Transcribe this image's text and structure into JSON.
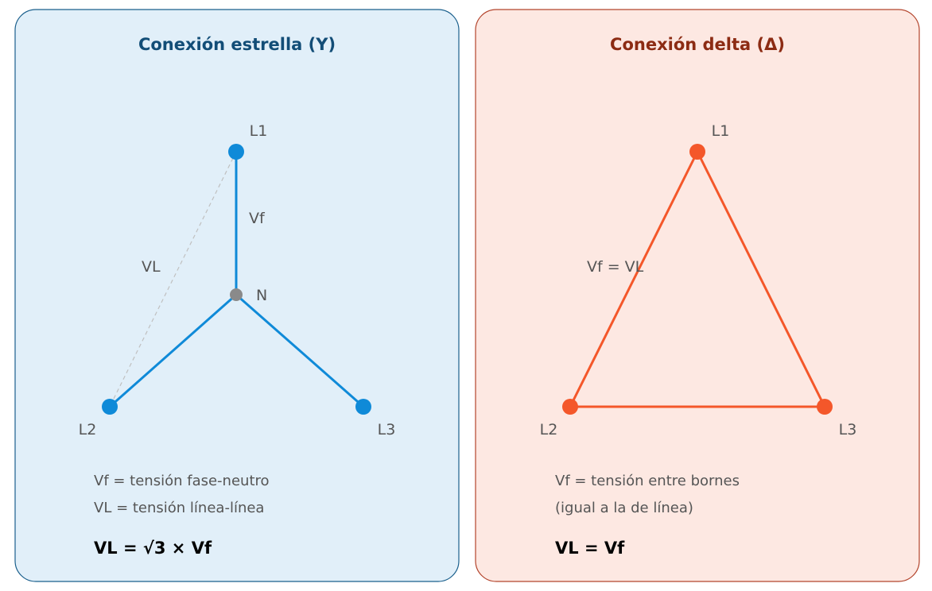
{
  "colors": {
    "star_bg": "#e1eff9",
    "star_border": "#1a5f8c",
    "star_title": "#124d77",
    "star_line": "#0f8ad8",
    "neutral": "#8a8a8a",
    "helper_line": "#c0c0c0",
    "delta_bg": "#fde8e2",
    "delta_border": "#b3442c",
    "delta_title": "#8c2b13",
    "delta_line": "#f4572a"
  },
  "star": {
    "title": "Conexión estrella (Y)",
    "labels": {
      "l1": "L1",
      "l2": "L2",
      "l3": "L3",
      "n": "N",
      "vf": "Vf",
      "vl": "VL"
    },
    "notes": [
      "Vf = tensión fase-neutro",
      "VL = tensión línea-línea"
    ],
    "formula": "VL = √3 × Vf"
  },
  "delta": {
    "title": "Conexión delta (Δ)",
    "labels": {
      "l1": "L1",
      "l2": "L2",
      "l3": "L3",
      "vf_vl": "Vf = VL"
    },
    "notes": [
      "Vf = tensión entre bornes",
      "(igual a la de línea)"
    ],
    "formula": "VL = Vf"
  }
}
